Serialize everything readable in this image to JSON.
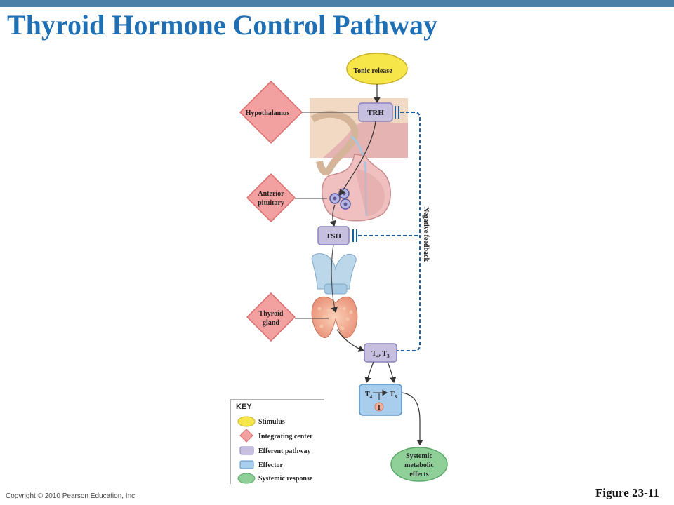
{
  "slide": {
    "title": "Thyroid Hormone Control Pathway",
    "copyright": "Copyright © 2010 Pearson Education, Inc.",
    "figure_label": "Figure 23-11"
  },
  "diagram": {
    "stimulus": "Tonic release",
    "hypothalamus": "Hypothalamus",
    "trh": "TRH",
    "anterior_pituitary": [
      "Anterior",
      "pituitary"
    ],
    "tsh": "TSH",
    "thyroid_gland": [
      "Thyroid",
      "gland"
    ],
    "t4_t3": {
      "a": "T",
      "a_sub": "4",
      "sep": ", T",
      "b_sub": "3"
    },
    "conversion": {
      "left": "T",
      "left_sub": "4",
      "right": "T",
      "right_sub": "3",
      "enzyme": "I"
    },
    "negative_feedback": "Negative feedback",
    "systemic": [
      "Systemic",
      "metabolic",
      "effects"
    ]
  },
  "key": {
    "title": "KEY",
    "items": [
      {
        "label": "Stimulus",
        "shape": "ellipse",
        "color": "#f7e64a"
      },
      {
        "label": "Integrating center",
        "shape": "diamond",
        "color": "#f2a0a0"
      },
      {
        "label": "Efferent pathway",
        "shape": "rect",
        "color": "#c6bfe0"
      },
      {
        "label": "Effector",
        "shape": "rect",
        "color": "#a9cdec"
      },
      {
        "label": "Systemic response",
        "shape": "ellipse",
        "color": "#8fcf98"
      }
    ]
  },
  "colors": {
    "title": "#1f6fb5",
    "stimulus": "#f7e64a",
    "integrating": "#f2a0a0",
    "efferent": "#c6bfe0",
    "effector": "#a9cdec",
    "systemic": "#8fcf98",
    "feedback": "#1a5fa0"
  }
}
